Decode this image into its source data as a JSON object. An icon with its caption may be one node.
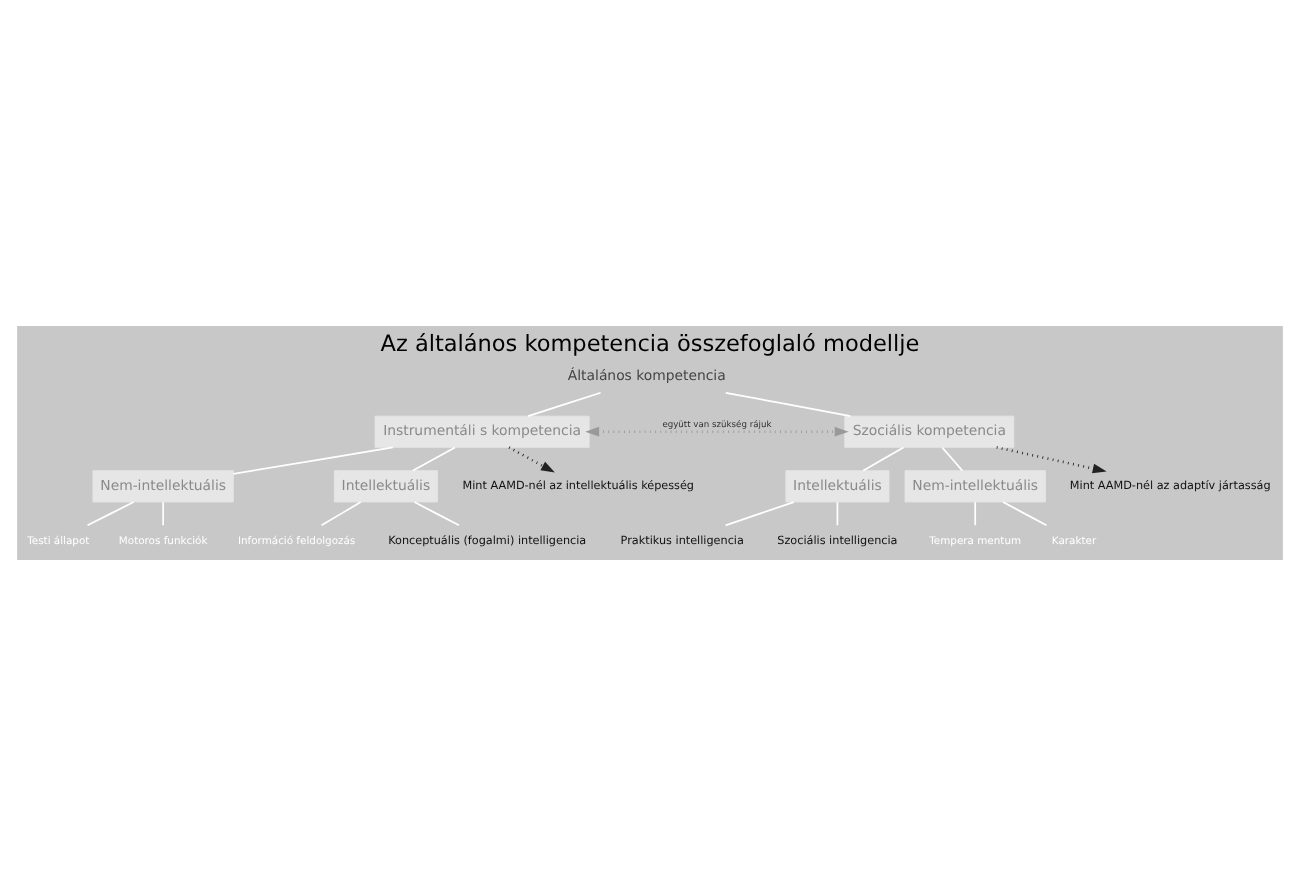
{
  "diagram": {
    "title": "Az általános kompetencia összefoglaló modellje",
    "nodes": [
      {
        "text": [
          "Általános kompetencia"
        ]
      },
      {
        "text": [
          "Instrumentáli s kompetencia"
        ]
      },
      {
        "text": [
          "Szociális kompetencia"
        ]
      },
      {
        "text": [
          "Nem-intellektuális"
        ]
      },
      {
        "text": [
          "Intellektuális"
        ]
      },
      {
        "text": [
          "Intellektuális"
        ]
      },
      {
        "text": [
          "Nem-intellektuális"
        ]
      },
      {
        "text": [
          "Testi állapot"
        ]
      },
      {
        "text": [
          "Motoros funkciók"
        ]
      },
      {
        "text": [
          "Információ feldolgozás"
        ]
      },
      {
        "text": [
          "Konceptuális (fogalmi) intelligencia"
        ]
      },
      {
        "text": [
          "Praktikus intelligencia"
        ]
      },
      {
        "text": [
          "Szociális intelligencia"
        ]
      },
      {
        "text": [
          "Tempera mentum"
        ]
      },
      {
        "text": [
          "Karakter"
        ]
      },
      {
        "text": [
          "Mint AAMD-nél az intellektuális képesség"
        ]
      },
      {
        "text": [
          "Mint AAMD-nél az adaptív jártasság"
        ]
      }
    ],
    "edges": [
      {
        "from": 0,
        "to": 1,
        "arrow": "none"
      },
      {
        "from": 0,
        "to": 2,
        "arrow": "none"
      },
      {
        "from": 1,
        "to": 2,
        "arrow": "both",
        "label": "együtt van szükség rájuk",
        "style": "dashed",
        "color": "#999999"
      },
      {
        "from": 1,
        "to": 3,
        "arrow": "none"
      },
      {
        "from": 1,
        "to": 4,
        "arrow": "none"
      },
      {
        "from": 2,
        "to": 5,
        "arrow": "none"
      },
      {
        "from": 2,
        "to": 6,
        "arrow": "none"
      },
      {
        "from": 3,
        "to": 7,
        "arrow": "none"
      },
      {
        "from": 3,
        "to": 8,
        "arrow": "none"
      },
      {
        "from": 4,
        "to": 9,
        "arrow": "none"
      },
      {
        "from": 4,
        "to": 10,
        "arrow": "none"
      },
      {
        "from": 5,
        "to": 11,
        "arrow": "none"
      },
      {
        "from": 5,
        "to": 12,
        "arrow": "none"
      },
      {
        "from": 6,
        "to": 13,
        "arrow": "none"
      },
      {
        "from": 6,
        "to": 14,
        "arrow": "none"
      },
      {
        "from": 1,
        "to": 15,
        "arrow": "to",
        "style": "dashed",
        "color": "#222222"
      },
      {
        "from": 2,
        "to": 16,
        "arrow": "to",
        "style": "dashed",
        "color": "#222222"
      }
    ]
  }
}
